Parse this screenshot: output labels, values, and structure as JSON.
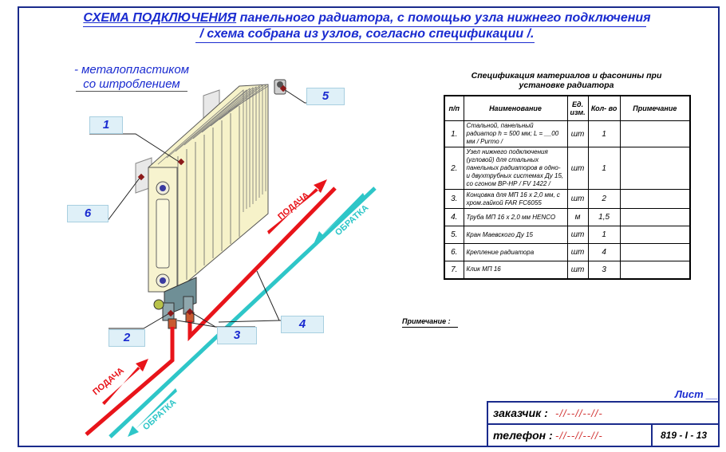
{
  "title": {
    "line1_bold": "СХЕМА ПОДКЛЮЧЕНИЯ",
    "line1_rest": " панельного радиатора, с помощью узла нижнего подключения",
    "line2": "/ схема собрана из узлов, согласно спецификации /."
  },
  "pipe_note": {
    "line1": "- металопластиком",
    "line2": "со штроблением"
  },
  "callouts": [
    "1",
    "2",
    "3",
    "4",
    "5",
    "6"
  ],
  "flow_labels": {
    "supply": "ПОДАЧА",
    "return": "ОБРАТКА"
  },
  "spec": {
    "title_line1": "Спецификация материалов и фасонины при",
    "title_line2": "установке радиатора",
    "headers": [
      "п/п",
      "Наименование",
      "Ед. изм.",
      "Кол- во",
      "Примечание"
    ],
    "rows": [
      {
        "num": "1.",
        "name": "Стальной, панельный радиатор h = 500 мм; L = __00 мм / Purmo /",
        "unit": "шт",
        "qty": "1",
        "note": ""
      },
      {
        "num": "2.",
        "name": "Узел нижнего подключения (угловой) для стальных панельных радиаторов в одно- и двухтрубных системах Ду 15, со сгоном ВР-НР / FV 1422 /",
        "unit": "шт",
        "qty": "1",
        "note": ""
      },
      {
        "num": "3.",
        "name": "Концовка для МП 16 х 2,0 мм, с хром.гайкой FAR FC6055",
        "unit": "шт",
        "qty": "2",
        "note": ""
      },
      {
        "num": "4.",
        "name": "Труба МП 16 х 2,0 мм HENCO",
        "unit": "м",
        "qty": "1,5",
        "note": ""
      },
      {
        "num": "5.",
        "name": "Кран Маевского Ду 15",
        "unit": "шт",
        "qty": "1",
        "note": ""
      },
      {
        "num": "6.",
        "name": "Крепление радиатора",
        "unit": "шт",
        "qty": "4",
        "note": ""
      },
      {
        "num": "7.",
        "name": "Клик МП 16",
        "unit": "шт",
        "qty": "3",
        "note": ""
      }
    ]
  },
  "remark_label": "Примечание :",
  "title_block": {
    "sheet_label": "Лист __",
    "customer_label": "заказчик :",
    "customer_value": "-//--//--//-",
    "phone_label": "телефон :",
    "phone_value": "-//--//--//-",
    "drawing_code": "819 - I - 13"
  },
  "colors": {
    "supply_pipe": "#e8141a",
    "return_pipe": "#2ec6c8",
    "title_text": "#1a2bd0",
    "frame": "#1a2b8c",
    "radiator": "#f6f2c9"
  }
}
